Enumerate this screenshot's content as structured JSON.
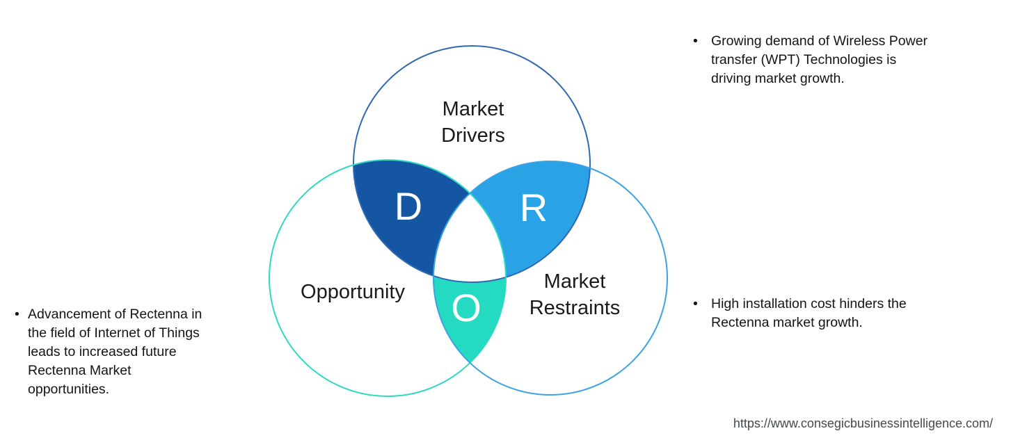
{
  "page": {
    "background": "#ffffff"
  },
  "venn": {
    "circles": {
      "drivers": {
        "label_lines": [
          "Market",
          "Drivers"
        ],
        "stroke": "#2f68b2"
      },
      "opportunity": {
        "label_lines": [
          "Opportunity"
        ],
        "stroke": "#2dd9c3"
      },
      "restraints": {
        "label_lines": [
          "Market",
          "Restraints"
        ],
        "stroke": "#3ba2e4"
      }
    },
    "regions": {
      "drivers_opportunity": {
        "letter": "D",
        "fill": "#1556a3"
      },
      "drivers_restraints": {
        "letter": "R",
        "fill": "#29a3e6"
      },
      "opportunity_restraints": {
        "letter": "O",
        "fill": "#24dac1"
      },
      "center_fill": "#ffffff"
    }
  },
  "bullets": {
    "marker": "•",
    "driver_note": {
      "lines": [
        "Growing demand of Wireless Power",
        "transfer (WPT) Technologies is",
        "driving market growth."
      ]
    },
    "restraint_note": {
      "lines": [
        "High installation cost hinders the",
        "Rectenna market growth."
      ]
    },
    "opportunity_note": {
      "lines": [
        "Advancement of Rectenna in",
        "the field of Internet of Things",
        "leads to increased future",
        "Rectenna Market",
        "opportunities."
      ]
    }
  },
  "footer": {
    "url": "https://www.consegicbusinessintelligence.com/"
  }
}
